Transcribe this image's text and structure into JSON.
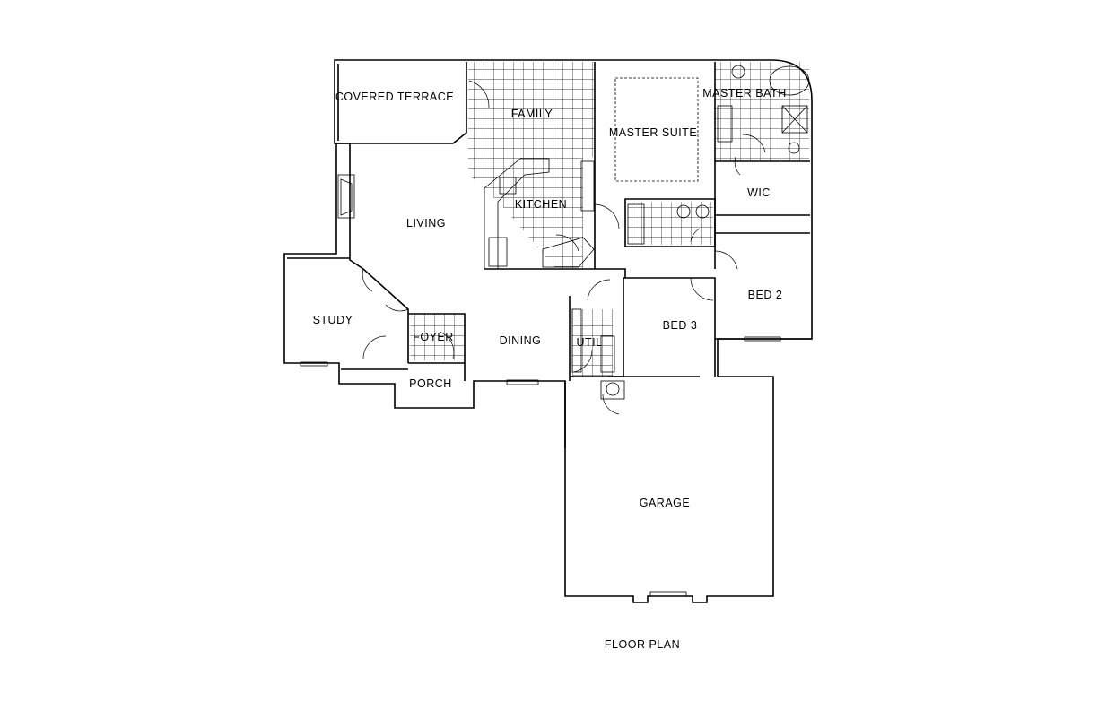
{
  "title": "FLOOR PLAN",
  "rooms": {
    "covered_terrace": "COVERED TERRACE",
    "family": "FAMILY",
    "master_suite": "MASTER SUITE",
    "master_bath": "MASTER BATH",
    "kitchen": "KITCHEN",
    "wic": "WIC",
    "living": "LIVING",
    "bed2": "BED 2",
    "study": "STUDY",
    "foyer": "FOYER",
    "dining": "DINING",
    "util": "UTIL",
    "bed3": "BED 3",
    "porch": "PORCH",
    "garage": "GARAGE"
  }
}
